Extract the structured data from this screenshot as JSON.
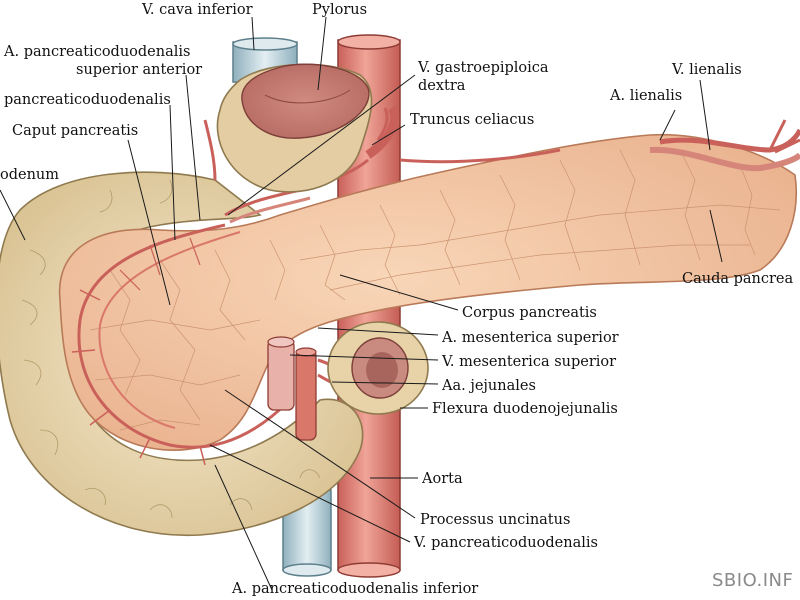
{
  "labels": {
    "v_cava_inferior": "V. cava inferior",
    "pylorus": "Pylorus",
    "a_pd_sup_ant_1": "A. pancreaticoduodenalis",
    "a_pd_sup_ant_2": "superior anterior",
    "pd_post": "pancreaticoduodenalis",
    "v_gastroepiploica_1": "V. gastroepiploica",
    "v_gastroepiploica_2": "dextra",
    "v_lienalis": "V. lienalis",
    "a_lienalis": "A. lienalis",
    "caput": "Caput pancreatis",
    "truncus": "Truncus celiacus",
    "duodenum": "odenum",
    "cauda": "Cauda pancrea",
    "corpus": "Corpus pancreatis",
    "a_mes_sup": "A. mesenterica superior",
    "v_mes_sup": "V. mesenterica superior",
    "aa_jejunales": "Aa. jejunales",
    "flexura": "Flexura duodenojejunalis",
    "aorta": "Aorta",
    "processus": "Processus uncinatus",
    "v_pd": "V. pancreaticoduodenalis",
    "a_pd_inf": "A. pancreaticoduodenalis inferior"
  },
  "watermark": "SBIO.INF",
  "colors": {
    "pancreas": "#f1c6a4",
    "duodenum": "#efdcb7",
    "artery": "#d9786a",
    "vein_blue": "#bcd3dc",
    "aorta": "#e2857a",
    "leader": "#1a1a1a"
  }
}
